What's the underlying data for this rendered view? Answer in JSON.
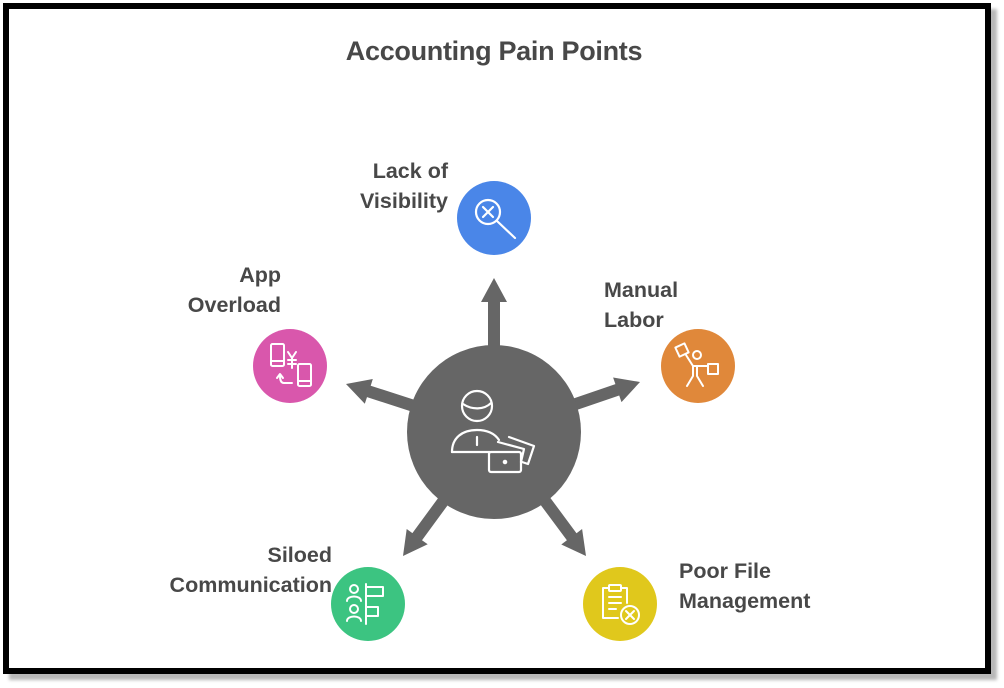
{
  "title": "Accounting Pain Points",
  "center": {
    "icon": "accountant-with-laptop-icon",
    "color": "#666666"
  },
  "arrow_color": "#666666",
  "items": [
    {
      "id": "lack-of-visibility",
      "line1": "Lack of",
      "line2": "Visibility",
      "color": "#4a86e8",
      "icon": "magnifier-x-icon"
    },
    {
      "id": "manual-labor",
      "line1": "Manual",
      "line2": "Labor",
      "color": "#e0883a",
      "icon": "juggling-worker-icon"
    },
    {
      "id": "poor-file-management",
      "line1": "Poor File",
      "line2": "Management",
      "color": "#e0c81c",
      "icon": "clipboard-x-icon"
    },
    {
      "id": "siloed-communication",
      "line1": "Siloed",
      "line2": "Communication",
      "color": "#3cc481",
      "icon": "people-flags-icon"
    },
    {
      "id": "app-overload",
      "line1": "App",
      "line2": "Overload",
      "color": "#d957ac",
      "icon": "phone-transfer-icon"
    }
  ]
}
